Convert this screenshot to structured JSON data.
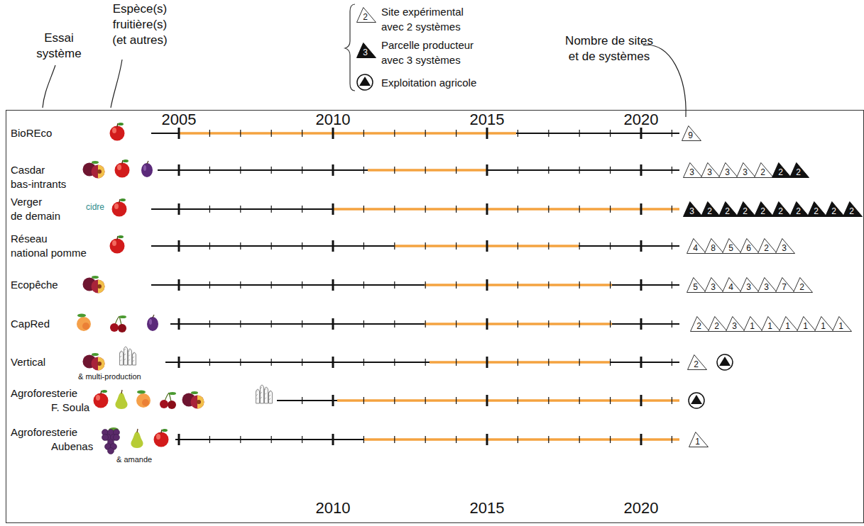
{
  "diagram": {
    "nodes": [
      {
        "text": [
          "9"
        ]
      },
      {
        "text": [
          "3"
        ]
      },
      {
        "text": [
          "3"
        ]
      },
      {
        "text": [
          "3"
        ]
      },
      {
        "text": [
          "3"
        ]
      },
      {
        "text": [
          "2"
        ]
      },
      {
        "text": [
          "2"
        ]
      },
      {
        "text": [
          "2"
        ]
      },
      {
        "text": [
          "3"
        ]
      },
      {
        "text": [
          "2"
        ]
      },
      {
        "text": [
          "2"
        ]
      },
      {
        "text": [
          "2"
        ]
      },
      {
        "text": [
          "2"
        ]
      },
      {
        "text": [
          "2"
        ]
      },
      {
        "text": [
          "2"
        ]
      },
      {
        "text": [
          "2"
        ]
      },
      {
        "text": [
          "2"
        ]
      },
      {
        "text": [
          "2"
        ]
      },
      {
        "text": [
          "4"
        ]
      },
      {
        "text": [
          "8"
        ]
      },
      {
        "text": [
          "5"
        ]
      },
      {
        "text": [
          "6"
        ]
      },
      {
        "text": [
          "2"
        ]
      },
      {
        "text": [
          "3"
        ]
      },
      {
        "text": [
          "5"
        ]
      },
      {
        "text": [
          "3"
        ]
      },
      {
        "text": [
          "4"
        ]
      },
      {
        "text": [
          "3"
        ]
      },
      {
        "text": [
          "3"
        ]
      },
      {
        "text": [
          "7"
        ]
      },
      {
        "text": [
          "2"
        ]
      },
      {
        "text": [
          "2"
        ]
      },
      {
        "text": [
          "2"
        ]
      },
      {
        "text": [
          "3"
        ]
      },
      {
        "text": [
          "1"
        ]
      },
      {
        "text": [
          "1"
        ]
      },
      {
        "text": [
          "1"
        ]
      },
      {
        "text": [
          "1"
        ]
      },
      {
        "text": [
          "1"
        ]
      },
      {
        "text": [
          "1"
        ]
      },
      {
        "text": [
          "2"
        ]
      },
      {
        "text": [
          "1"
        ]
      }
    ],
    "labels": [
      "Essai système",
      "Espèce(s) fruitière(s) (et autres)",
      "2",
      "3",
      "Nombre de sites et de systèmes",
      "2005",
      "2010",
      "2015",
      "2020",
      "BioREco",
      "Casdar bas-intrants",
      "Verger de demain",
      "cidre",
      "Réseau national pomme",
      "Ecopêche",
      "CapRed",
      "Vertical",
      "& multi-production",
      "Agroforesterie F. Soula",
      "Agroforesterie Aubenas",
      "& amande",
      "2010",
      "2015",
      "2020"
    ],
    "legend": [
      {
        "text": "Site expérimental avec 2 systèmes"
      },
      {
        "text": "Parcelle producteur avec 3 systèmes"
      },
      {
        "text": "Exploitation agricole"
      }
    ]
  }
}
